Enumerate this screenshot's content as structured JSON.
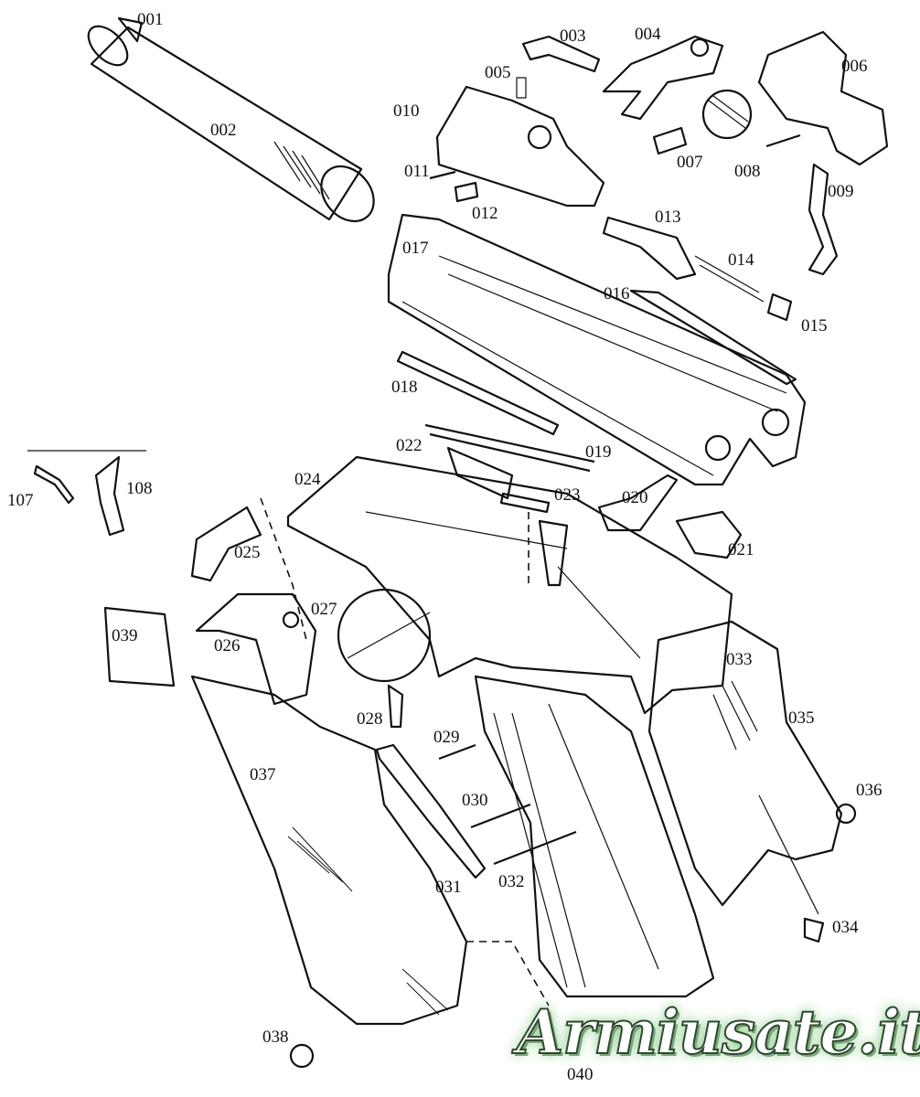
{
  "diagram": {
    "labels": [
      "001",
      "002",
      "003",
      "004",
      "005",
      "006",
      "007",
      "008",
      "009",
      "010",
      "011",
      "012",
      "013",
      "014",
      "015",
      "016",
      "017",
      "018",
      "019",
      "020",
      "021",
      "022",
      "023",
      "024",
      "025",
      "026",
      "027",
      "028",
      "029",
      "030",
      "031",
      "032",
      "033",
      "034",
      "035",
      "036",
      "037",
      "038",
      "039",
      "040",
      "107",
      "108"
    ],
    "watermark": "Armiusate.it"
  }
}
